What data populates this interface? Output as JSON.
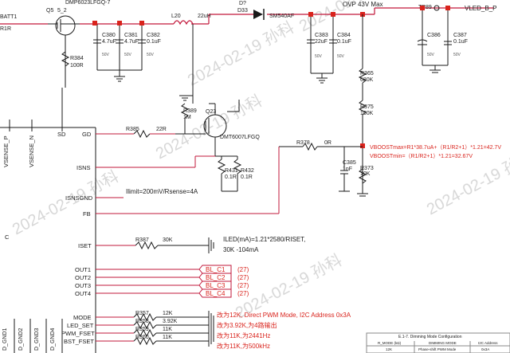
{
  "top": {
    "mosfet_top_label": "DMP6023LFGQ-7",
    "net_fragment_1": "BATT1",
    "res_left": "R1R",
    "q5_label": "Q5",
    "q5_sub": "5_2",
    "r384": {
      "ref": "R384",
      "value": "100R"
    },
    "l20": {
      "ref": "L20",
      "value": "22uH"
    },
    "d33": {
      "ref": "D33",
      "value": "SM540AF",
      "top": "D?"
    },
    "ovp_note": "OVP 43V Max",
    "tp": "TP89",
    "vled": "VLED_B_P",
    "caps_left": [
      {
        "ref": "C380",
        "value": "4.7uF",
        "extra": "50V"
      },
      {
        "ref": "C381",
        "value": "4.7uF",
        "extra": "50V"
      },
      {
        "ref": "C382",
        "value": "0.1uF",
        "extra": "50V"
      }
    ],
    "caps_right": [
      {
        "ref": "C383",
        "value": "22uF",
        "extra": "50V"
      },
      {
        "ref": "C384",
        "value": "0.1uF",
        "extra": "50V"
      }
    ],
    "caps_far": [
      {
        "ref": "C386",
        "value": "",
        "extra": "50V"
      },
      {
        "ref": "C387",
        "value": "0.1uF",
        "extra": "50V"
      }
    ]
  },
  "mid": {
    "r389": {
      "ref": "R389",
      "value": "1M"
    },
    "q23": {
      "ref": "Q23",
      "value": "DMT6007LFGQ"
    },
    "r385": {
      "ref": "R385",
      "value": "22R"
    },
    "r431": {
      "ref": "R431",
      "value": "0.1R"
    },
    "r432": {
      "ref": "R432",
      "value": "0.1R"
    },
    "r365": {
      "ref": "R365",
      "value": "680K"
    },
    "r375": {
      "ref": "R375",
      "value": "100K"
    },
    "r378": {
      "ref": "R378",
      "value": "0R"
    },
    "c385": {
      "ref": "C385",
      "value": "1nF"
    },
    "r373": {
      "ref": "R373",
      "value": "10K"
    },
    "vboost_max": "VBOOSTmax=R1*38.7uA+（R1/R2+1）*1.21=42.7V",
    "vboost_min": "VBOOSTmin=（R1/R2+1）*1.21=32.67V",
    "ilimit": "Ilimit=200mV/Rsense=4A"
  },
  "ic_pins_left": [
    "VSENSE_P",
    "VSENSE_N",
    "SD"
  ],
  "ic_pins_right": [
    "GD",
    "ISNS",
    "ISNSGND",
    "FB",
    "ISET",
    "OUT1",
    "OUT2",
    "OUT3",
    "OUT4",
    "MODE",
    "LED_SET",
    "PWM_FSET",
    "BST_FSET"
  ],
  "ic_gnd_pins": [
    "D_GND1",
    "D_GND2",
    "D_GND3",
    "D_GND4"
  ],
  "left_edge_letter": "C",
  "iset": {
    "ref": "R387",
    "value": "30K",
    "formula_line1": "ILED(mA)=1.21*2580/RISET,",
    "formula_line2": "30K -104mA"
  },
  "bl_outputs": [
    {
      "net": "BL_C1",
      "page": "(27)"
    },
    {
      "net": "BL_C2",
      "page": "(27)"
    },
    {
      "net": "BL_C3",
      "page": "(27)"
    },
    {
      "net": "BL_C4",
      "page": "(27)"
    }
  ],
  "config_resistors": [
    {
      "ref": "R357",
      "value": "12K",
      "note": "改为12K, Direct PWM Mode, I2C Address 0x3A"
    },
    {
      "ref": "R358",
      "value": "3.92K",
      "note": "改为3.92K,为4路输出"
    },
    {
      "ref": "R359",
      "value": "11K",
      "note": "改为11K,为2441Hz"
    },
    {
      "ref": "R360",
      "value": "11K",
      "note": "改为11K,为500kHz"
    }
  ],
  "watermark": "2024-02-19 孙科",
  "table": {
    "title": "E.1-7. Dimming Mode Configuration",
    "headers": [
      "R_MODE (kΩ)",
      "DIMMING MODE",
      "I2C Address"
    ],
    "row1": [
      "12K",
      "Phase-shift PWM Mode",
      "0x3A"
    ]
  }
}
